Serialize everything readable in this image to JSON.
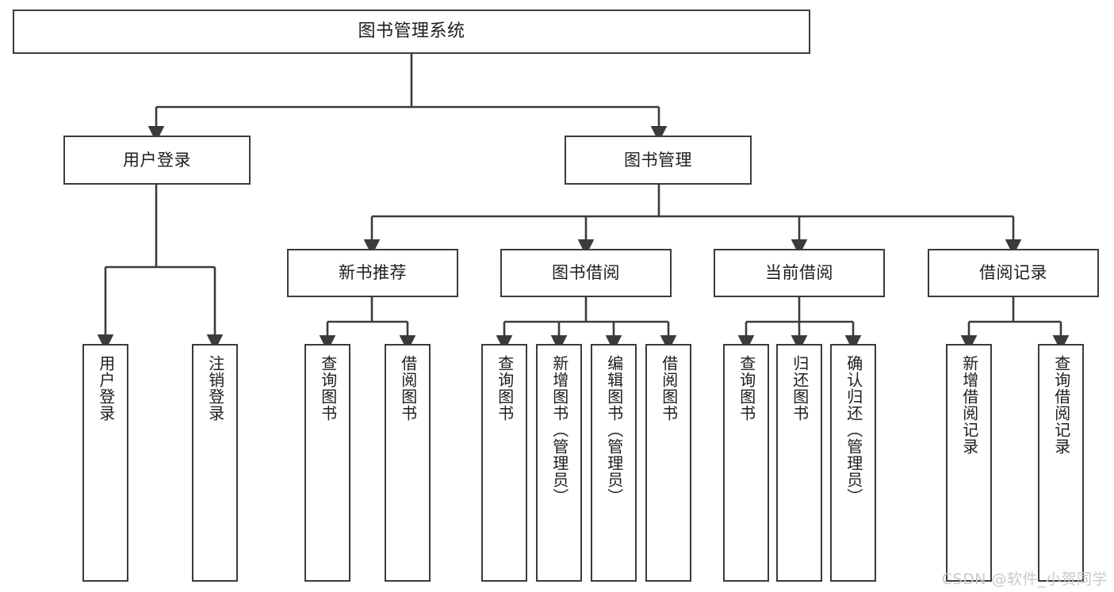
{
  "diagram": {
    "title": "图书管理系统",
    "type": "tree",
    "style": {
      "background": "#ffffff",
      "box_border": "#3b3b3b",
      "box_fill": "#ffffff",
      "text_color": "#1d1d1d",
      "line_color": "#3b3b3b",
      "watermark_color": "#c9c9c9"
    },
    "watermark": "CSDN @软件_小贺同学"
  },
  "nodes": {
    "root": {
      "label": "图书管理系统"
    },
    "tier2": [
      {
        "id": "user-login",
        "label": "用户登录"
      },
      {
        "id": "book-manage",
        "label": "图书管理"
      }
    ],
    "tier3": [
      {
        "id": "new-book-rec",
        "label": "新书推荐"
      },
      {
        "id": "book-borrow",
        "label": "图书借阅"
      },
      {
        "id": "current-borrow",
        "label": "当前借阅"
      },
      {
        "id": "borrow-record",
        "label": "借阅记录"
      }
    ],
    "leaves": {
      "user_login": [
        {
          "id": "leaf-user-login",
          "label": "用户登录"
        },
        {
          "id": "leaf-user-logout",
          "label": "注销登录"
        }
      ],
      "new_book_rec": [
        {
          "id": "leaf-query-book-1",
          "label": "查询图书"
        },
        {
          "id": "leaf-borrow-book-1",
          "label": "借阅图书"
        }
      ],
      "book_borrow": [
        {
          "id": "leaf-query-book-2",
          "label": "查询图书"
        },
        {
          "id": "leaf-add-book",
          "label": "新增图书（管理员）"
        },
        {
          "id": "leaf-edit-book",
          "label": "编辑图书（管理员）"
        },
        {
          "id": "leaf-borrow-book-2",
          "label": "借阅图书"
        }
      ],
      "current_borrow": [
        {
          "id": "leaf-query-book-3",
          "label": "查询图书"
        },
        {
          "id": "leaf-return-book",
          "label": "归还图书"
        },
        {
          "id": "leaf-confirm-return",
          "label": "确认归还（管理员）"
        }
      ],
      "borrow_record": [
        {
          "id": "leaf-add-record",
          "label": "新增借阅记录"
        },
        {
          "id": "leaf-query-record",
          "label": "查询借阅记录"
        }
      ]
    }
  }
}
